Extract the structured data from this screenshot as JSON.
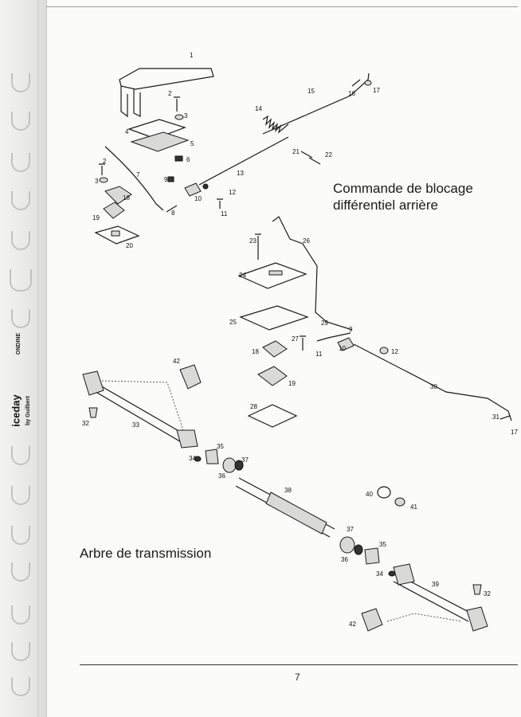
{
  "document": {
    "section_top": "Commande de blocage",
    "section_top_line2": "différentiel arrière",
    "section_bottom": "Arbre de transmission",
    "page_number": "7"
  },
  "binder": {
    "brand": "iceday",
    "brand_sub": "by Guilbert",
    "model": "ONDINE"
  },
  "callouts": [
    "1",
    "2",
    "3",
    "4",
    "5",
    "6",
    "7",
    "8",
    "9",
    "10",
    "11",
    "12",
    "13",
    "14",
    "15",
    "16",
    "17",
    "18",
    "19",
    "20",
    "21",
    "22",
    "23",
    "24",
    "25",
    "26",
    "27",
    "28",
    "29",
    "30",
    "31",
    "32",
    "33",
    "34",
    "35",
    "36",
    "37",
    "38",
    "39",
    "40",
    "41",
    "42"
  ]
}
